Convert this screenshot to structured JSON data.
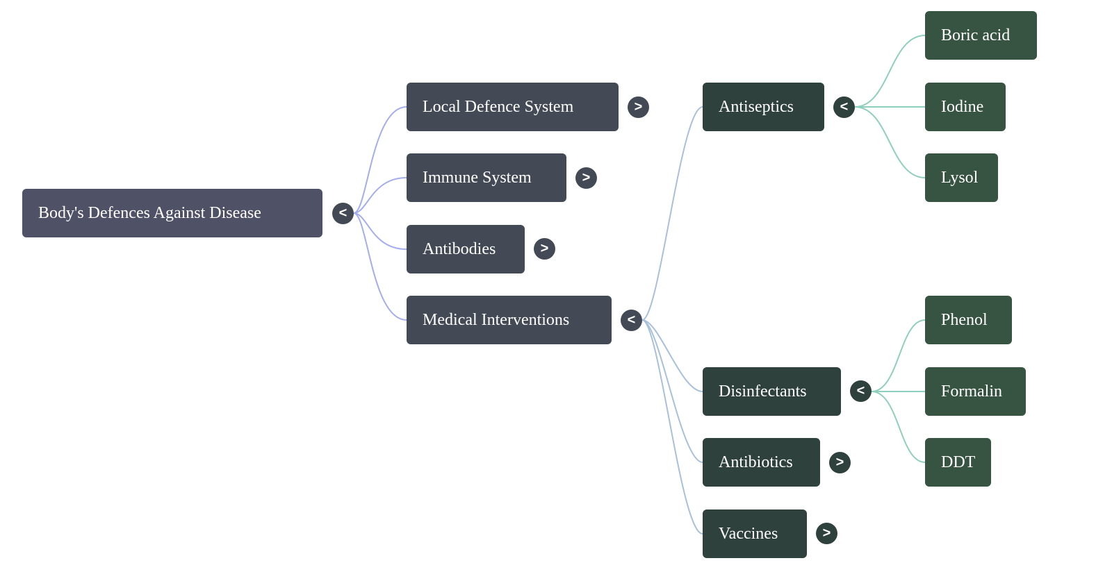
{
  "mindmap": {
    "root": {
      "label": "Body's Defences Against Disease",
      "toggle": "<",
      "expanded": true
    },
    "level1": [
      {
        "label": "Local Defence System",
        "toggle": ">",
        "expanded": false
      },
      {
        "label": "Immune System",
        "toggle": ">",
        "expanded": false
      },
      {
        "label": "Antibodies",
        "toggle": ">",
        "expanded": false
      },
      {
        "label": "Medical Interventions",
        "toggle": "<",
        "expanded": true
      }
    ],
    "level2": [
      {
        "label": "Antiseptics",
        "toggle": "<",
        "expanded": true
      },
      {
        "label": "Disinfectants",
        "toggle": "<",
        "expanded": true
      },
      {
        "label": "Antibiotics",
        "toggle": ">",
        "expanded": false
      },
      {
        "label": "Vaccines",
        "toggle": ">",
        "expanded": false
      }
    ],
    "antiseptics_children": [
      {
        "label": "Boric acid"
      },
      {
        "label": "Iodine"
      },
      {
        "label": "Lysol"
      }
    ],
    "disinfectants_children": [
      {
        "label": "Phenol"
      },
      {
        "label": "Formalin"
      },
      {
        "label": "DDT"
      }
    ],
    "colors": {
      "root_node": "#4f5166",
      "level1_node": "#434a55",
      "level2_node": "#2f413c",
      "leaf_node": "#365441",
      "link_root": "#a3adf0",
      "link_medical": "#a8c0dc",
      "link_leaf": "#8fcfbe"
    }
  }
}
